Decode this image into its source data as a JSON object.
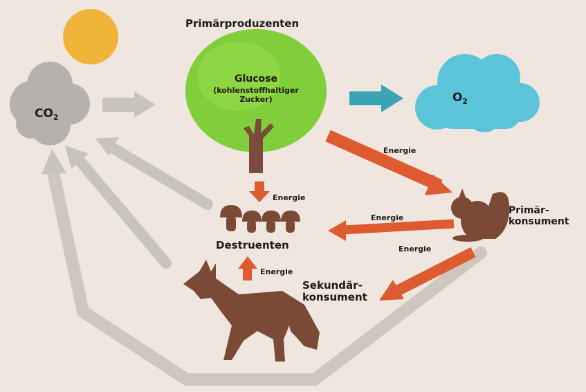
{
  "title": "Primärproduzenten",
  "tree": {
    "main": "Glucose",
    "detail": "(kohlenstoffhaltiger Zucker)"
  },
  "co2": {
    "base": "CO",
    "sub": "2"
  },
  "o2": {
    "base": "O",
    "sub": "2"
  },
  "destruents": "Destruenten",
  "primary_consumer": {
    "line1": "Primär-",
    "line2": "konsument"
  },
  "secondary_consumer": {
    "line1": "Sekundär-",
    "line2": "konsument"
  },
  "energy_labels": {
    "tree_to_destruents": "Energie",
    "tree_to_primary": "Energie",
    "primary_to_destruents": "Energie",
    "primary_to_secondary": "Energie",
    "fox_to_destruents": "Energie"
  },
  "colors": {
    "background": "#efe7df",
    "sun": "#f0b43a",
    "co2_cloud": "#b5b1ae",
    "o2_cloud": "#5cc4d8",
    "tree_crown": "#7fce3a",
    "trunk": "#7a4a3a",
    "energy_arrow": "#de5a30",
    "co2_arrow": "#c9c3bd",
    "o2_arrow": "#3ba4b2",
    "animal": "#7b4a36"
  },
  "icons": [
    "sun-icon",
    "tree-icon",
    "mushroom-icon",
    "squirrel-icon",
    "fox-icon",
    "cloud-icon"
  ]
}
